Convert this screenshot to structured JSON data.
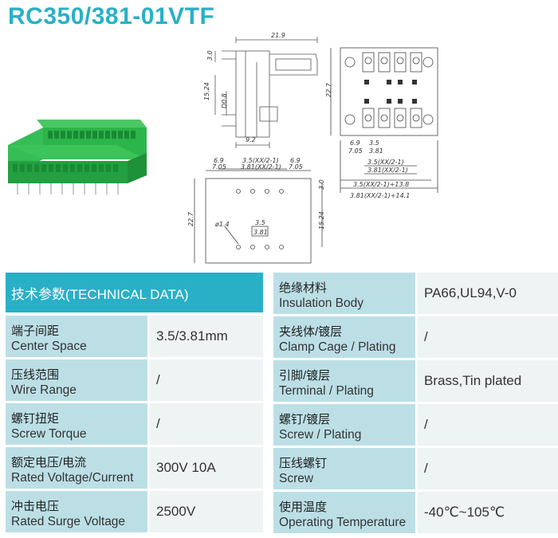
{
  "title": "RC350/381-01VTF",
  "drawing": {
    "side_width": "21.9",
    "side_top": "3.0",
    "side_height": "15.24",
    "side_d": "D0.8",
    "side_bottom": "9.2",
    "front_height": "22.7",
    "front_pitch_a": "6.9",
    "front_pitch_b": "7.05",
    "front_pitch_c": "3.5",
    "front_pitch_d": "3.81",
    "front_dim_1": "3.5(XX/2-1)",
    "front_dim_2": "3.81(XX/2-1)",
    "front_dim_3": "3.5(XX/2-1)+13.8",
    "front_dim_4": "3.81(XX/2-1)+14.1",
    "pcb_dim_1": "3.5(XX/2-1)",
    "pcb_dim_2": "3.81(XX/2-1)",
    "pcb_left_a": "6.9",
    "pcb_left_b": "7.05",
    "pcb_right_a": "6.9",
    "pcb_right_b": "7.05",
    "pcb_height": "22.7",
    "pcb_top": "3.0",
    "pcb_mid": "15.24",
    "pcb_hole": "ø1.4",
    "pcb_pitch_a": "3.5",
    "pcb_pitch_b": "3.81"
  },
  "table_left": {
    "header": "技术参数(TECHNICAL DATA)",
    "rows": [
      {
        "zh": "端子间距",
        "en": "Center Space",
        "value": "3.5/3.81mm"
      },
      {
        "zh": "压线范围",
        "en": "Wire Range",
        "value": "/"
      },
      {
        "zh": "螺钉扭矩",
        "en": "Screw Torque",
        "value": "/"
      },
      {
        "zh": "额定电压/电流",
        "en": "Rated Voltage/Current",
        "value": "300V 10A"
      },
      {
        "zh": "冲击电压",
        "en": "Rated Surge Voltage",
        "value": "2500V"
      }
    ]
  },
  "table_right": {
    "rows": [
      {
        "zh": "绝缘材料",
        "en": "Insulation Body",
        "value": "PA66,UL94,V-0"
      },
      {
        "zh": "夹线体/镀层",
        "en": "Clamp Cage / Plating",
        "value": "/"
      },
      {
        "zh": "引脚/镀层",
        "en": "Terminal / Plating",
        "value": "Brass,Tin plated"
      },
      {
        "zh": "螺钉/镀层",
        "en": "Screw / Plating",
        "value": "/"
      },
      {
        "zh": "压线螺钉",
        "en": "Screw",
        "value": "/"
      },
      {
        "zh": "使用温度",
        "en": "Operating Temperature",
        "value": "-40℃~105℃"
      }
    ]
  },
  "colors": {
    "accent": "#29b0c6",
    "label_bg": "#bcdfe6",
    "value_bg": "#eef3f4",
    "product_green": "#2cb54a"
  }
}
